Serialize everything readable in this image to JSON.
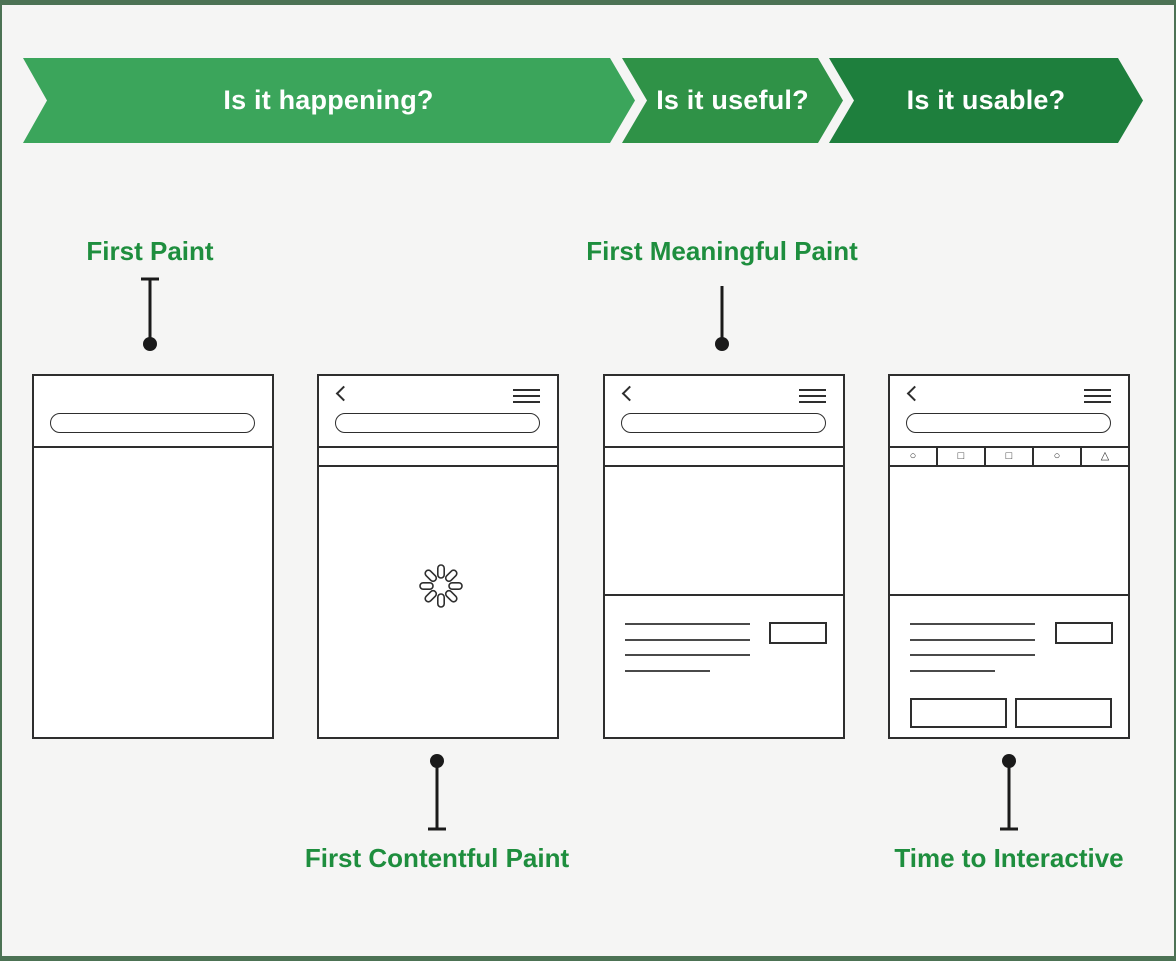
{
  "banner": {
    "phases": [
      {
        "id": "is-it-happening",
        "label": "Is it happening?",
        "color": "#3BA55B"
      },
      {
        "id": "is-it-useful",
        "label": "Is it useful?",
        "color": "#2F9247"
      },
      {
        "id": "is-it-usable",
        "label": "Is it usable?",
        "color": "#1E7F3D"
      }
    ]
  },
  "metric_labels": {
    "first_paint": "First Paint",
    "first_contentful_paint": "First Contentful Paint",
    "first_meaningful_paint": "First Meaningful Paint",
    "time_to_interactive": "Time to Interactive"
  },
  "phones": [
    {
      "name": "first-paint-screen",
      "elements": [
        "url-bar"
      ]
    },
    {
      "name": "first-contentful-paint-screen",
      "elements": [
        "back-icon",
        "menu-icon",
        "url-bar",
        "loading-spinner"
      ]
    },
    {
      "name": "first-meaningful-paint-screen",
      "elements": [
        "back-icon",
        "menu-icon",
        "url-bar",
        "hero-block",
        "text-lines",
        "button"
      ]
    },
    {
      "name": "time-to-interactive-screen",
      "elements": [
        "back-icon",
        "menu-icon",
        "url-bar",
        "icon-toolbar",
        "hero-block",
        "text-lines",
        "button",
        "two-bottom-buttons"
      ]
    }
  ],
  "toolbar_icons": [
    {
      "name": "circle-icon",
      "glyph": "○"
    },
    {
      "name": "square-icon",
      "glyph": "□"
    },
    {
      "name": "square-icon",
      "glyph": "□"
    },
    {
      "name": "circle-icon",
      "glyph": "○"
    },
    {
      "name": "triangle-icon",
      "glyph": "△"
    }
  ],
  "icons": {
    "back": "left-chevron",
    "menu": "hamburger-three-lines",
    "spinner": "eight-segment-radial-loader"
  },
  "colors": {
    "phase1_green": "#3BA55B",
    "phase2_green": "#2F9247",
    "phase3_green": "#1E7F3D",
    "label_green": "#1E8E3E",
    "frame_border_green": "#4C7254",
    "background": "#F5F5F4",
    "wireframe_stroke": "#2E2E2E",
    "connector_black": "#1A1A1A"
  }
}
